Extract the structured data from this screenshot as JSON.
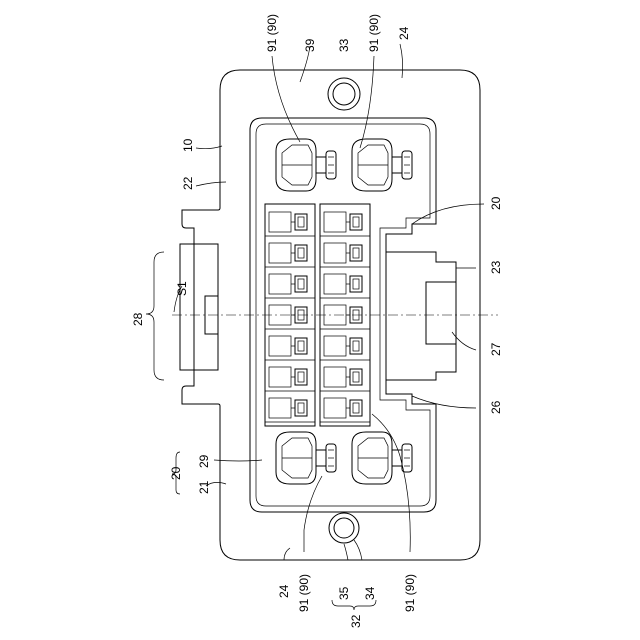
{
  "labels": {
    "l10": "10",
    "l20_top": "20",
    "l20_left": "20",
    "l21": "21",
    "l22": "22",
    "l23": "23",
    "l24_top": "24",
    "l24_bottom": "24",
    "l26": "26",
    "l27": "27",
    "l28": "28",
    "l29": "29",
    "l32": "32",
    "l33": "33",
    "l34": "34",
    "l35": "35",
    "l39": "39",
    "s1": "S1",
    "l91_top_left": "91 (90)",
    "l91_top_right": "91 (90)",
    "l91_bottom_left": "91 (90)",
    "l91_bottom_right": "91 (90)"
  }
}
